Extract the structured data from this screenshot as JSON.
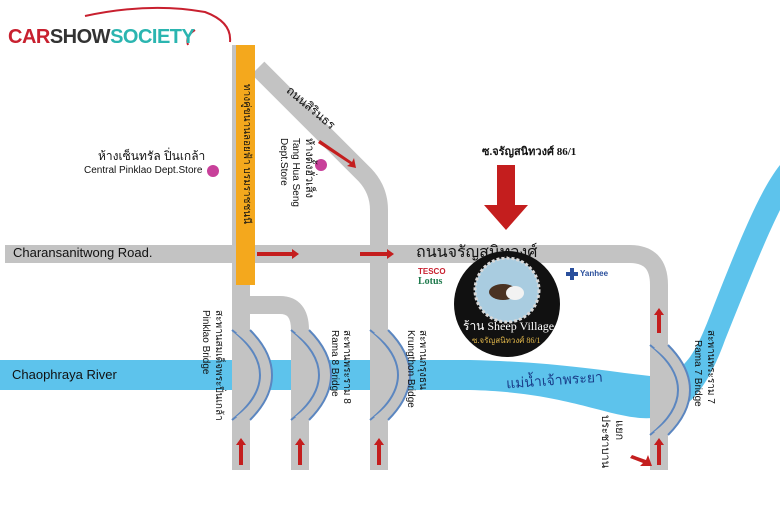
{
  "logo": {
    "part1": "CAR",
    "part2": "SHOW",
    "part3": "SOCIETY"
  },
  "roads": {
    "charansanitwong_en": "Charansanitwong Road.",
    "charansanitwong_th": "ถนนจรัญสนิทวงศ์",
    "sirindhorn_th": "ถนนสิรินธร",
    "expressway_th": "ทางคู่ขนานลอยฟ้า บรมราชชนนี",
    "soi": "ซ.จรัญสนิทวงศ์ 86/1"
  },
  "landmarks": {
    "central_th": "ห้างเซ็นทรัล ปิ่นเกล้า",
    "central_en": "Central Pinklao Dept.Store",
    "tanghua_th": "ห้างตั้งฮั่วเส็ง",
    "tanghua_en1": "Tang Hua Seng",
    "tanghua_en2": "Dept.Store",
    "tesco1": "TESCO",
    "tesco2": "Lotus",
    "yanhee": "Yanhee",
    "shop_name": "ร้าน Sheep Village",
    "shop_soi": "ซ.จรัญสนิทวงศ์ 86/1",
    "bang_o_th1": "แยก",
    "bang_o_th2": "ประชาบาน"
  },
  "river": {
    "en": "Chaophraya River",
    "th": "แม่น้ำเจ้าพระยา"
  },
  "bridges": [
    {
      "th": "สะพานสมเด็จพระปิ่นเกล้า",
      "en": "Pinklao Bridge"
    },
    {
      "th": "สะพานพระราม 8",
      "en": "Rama 8 Bridge"
    },
    {
      "th": "สะพานกรุงธน",
      "en": "Krungthon Bridge"
    },
    {
      "th": "สะพานพระราม 7",
      "en": "Rama 7 Bridge"
    }
  ],
  "colors": {
    "road": "#c3c3c3",
    "river": "#5dc3ec",
    "arrow": "#c41e1e",
    "expressway": "#f4a81d",
    "bridge_edge": "#5b86c0",
    "mall": "#c8409a"
  }
}
